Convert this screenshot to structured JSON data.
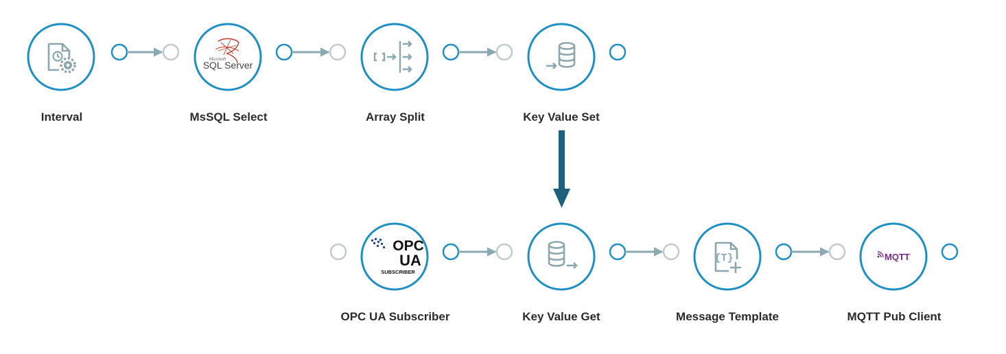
{
  "colors": {
    "node_ring": "#1d8fc4",
    "port_active": "#1d8fc4",
    "port_inactive": "#c3cace",
    "connector": "#8aa9b1",
    "icon_gray": "#8ba6ad",
    "vertical_arrow": "#1f5f7e",
    "mqtt_purple": "#7b2a8f",
    "sql_red": "#c0392b"
  },
  "nodes": {
    "interval": {
      "label": "Interval"
    },
    "mssql_select": {
      "label": "MsSQL Select",
      "logo_small": "Microsoft",
      "logo_main": "SQL Server"
    },
    "array_split": {
      "label": "Array Split"
    },
    "key_value_set": {
      "label": "Key Value Set"
    },
    "opc_ua_subscriber": {
      "label": "OPC UA Subscriber",
      "logo_line1": "OPC",
      "logo_line2": "UA",
      "logo_line3": "SUBSCRIBER"
    },
    "key_value_get": {
      "label": "Key Value Get"
    },
    "message_template": {
      "label": "Message Template",
      "logo_text": "{T}"
    },
    "mqtt_pub_client": {
      "label": "MQTT Pub Client",
      "logo_text": "MQTT"
    }
  }
}
